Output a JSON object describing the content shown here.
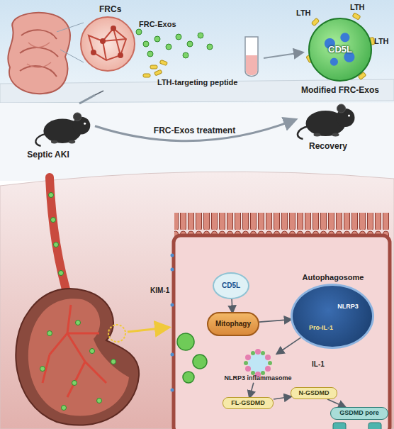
{
  "diagram": {
    "nodes": [
      {
        "text": [
          "CD5L",
          "Modified FRC-Exos"
        ]
      },
      {
        "text": [
          "Septic AKI"
        ]
      },
      {
        "text": [
          "Recovery"
        ]
      },
      {
        "text": [
          "CD5L"
        ]
      },
      {
        "text": [
          "Autophagosome",
          "NLRP3",
          "Pro-IL-1"
        ]
      },
      {
        "text": [
          "NLRP3 inflammasome"
        ]
      },
      {
        "text": [
          "Mitophagy"
        ]
      },
      {
        "text": [
          "FL-GSDMD"
        ]
      },
      {
        "text": [
          "N-GSDMD"
        ]
      },
      {
        "text": [
          "GSDMD pore"
        ]
      }
    ],
    "edges": [
      {
        "from": 1,
        "to": 2,
        "label": "FRC-Exos treatment",
        "arrow": "to"
      },
      {
        "from": 3,
        "to": 6,
        "arrow": "to"
      },
      {
        "from": 6,
        "to": 4,
        "arrow": "to"
      },
      {
        "from": 4,
        "to": 5,
        "arrow": "to"
      },
      {
        "from": 5,
        "to": 7,
        "arrow": "to"
      },
      {
        "from": 7,
        "to": 8,
        "arrow": "to"
      },
      {
        "from": 8,
        "to": 9,
        "arrow": "to"
      }
    ],
    "labels": [
      "FRCs",
      "FRC-Exos",
      "LTH-targeting peptide",
      "LTH",
      "LTH",
      "LTH",
      "KIM-1",
      "IL-1"
    ]
  }
}
